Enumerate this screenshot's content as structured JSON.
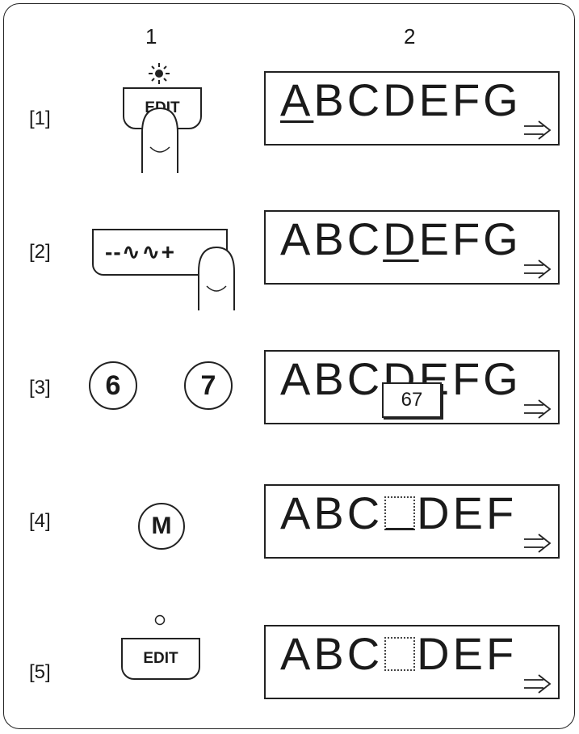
{
  "columns": {
    "col1": "1",
    "col2": "2"
  },
  "steps": [
    {
      "label": "[1]",
      "display": "ABCDEFG",
      "display_underlined_char": "A"
    },
    {
      "label": "[2]",
      "display": "ABCDEFG",
      "display_underlined_char": "D"
    },
    {
      "label": "[3]",
      "display": "ABCDEFG",
      "popup": "67"
    },
    {
      "label": "[4]",
      "display_prefix": "ABC",
      "display_suffix": "DEF",
      "placeholder_underlined": true
    },
    {
      "label": "[5]",
      "display_prefix": "ABC",
      "display_suffix": "DEF",
      "placeholder_underlined": false
    }
  ],
  "buttons": {
    "edit_label": "EDIT",
    "stitch_label": "--∿∿+",
    "digit_6": "6",
    "digit_7": "7",
    "memory": "M"
  },
  "icons": [
    "sun-led-icon",
    "finger-icon",
    "right-arrow-icon",
    "led-off-icon"
  ]
}
